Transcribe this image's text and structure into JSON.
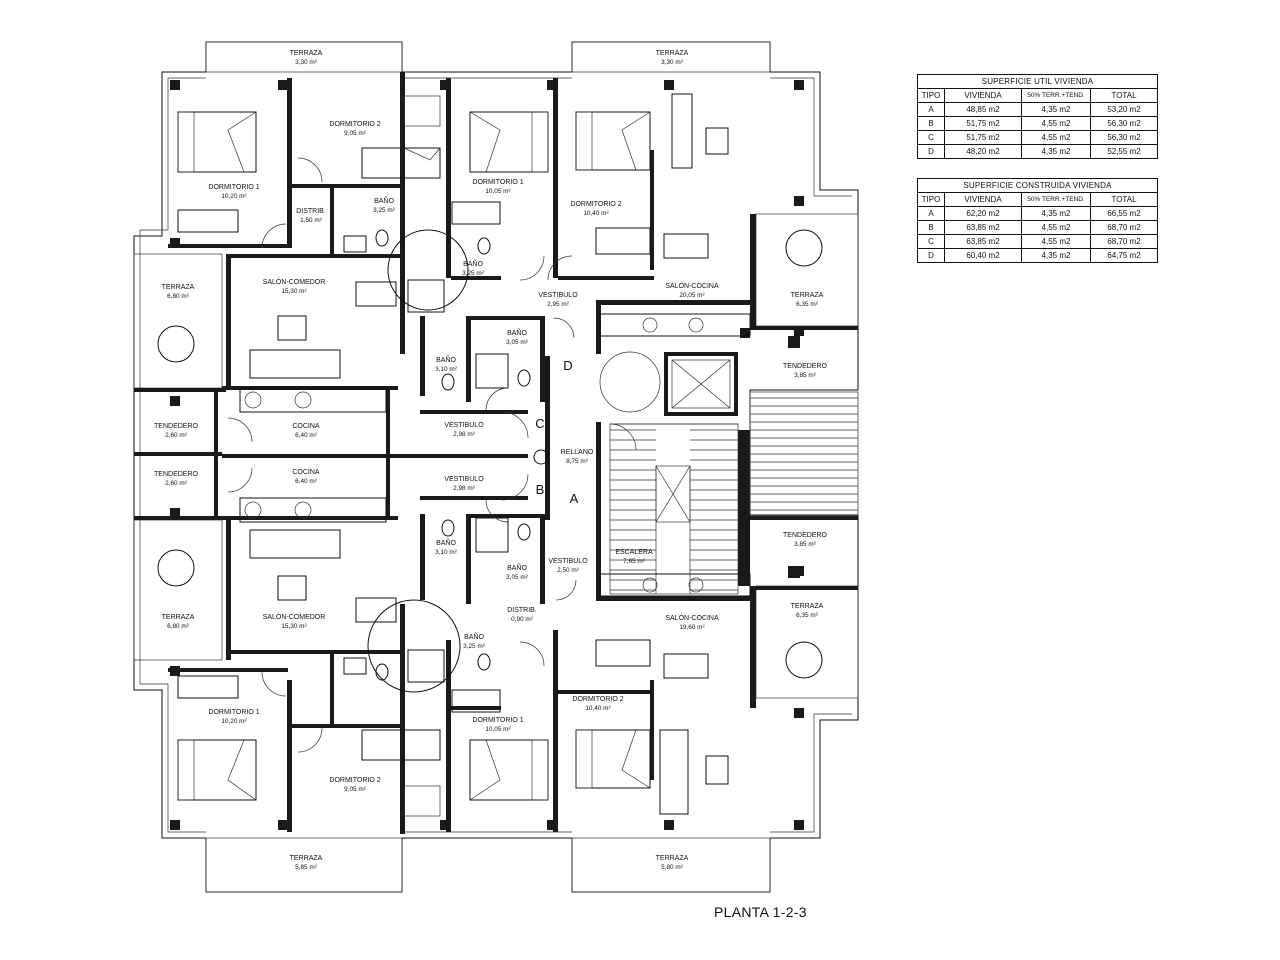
{
  "plan_title": "PLANTA 1-2-3",
  "unit_labels": {
    "a": "A",
    "b": "B",
    "c": "C",
    "d": "D"
  },
  "rooms": {
    "terraza_top_left": {
      "name": "TERRAZA",
      "area": "3,30 m²"
    },
    "terraza_top_right": {
      "name": "TERRAZA",
      "area": "3,30 m²"
    },
    "dormitorio1_tl": {
      "name": "DORMITORIO 1",
      "area": "10,20 m²"
    },
    "dormitorio2_tl": {
      "name": "DORMITORIO 2",
      "area": "9,05 m²"
    },
    "dormitorio1_tc": {
      "name": "DORMITORIO 1",
      "area": "10,05 m²"
    },
    "dormitorio2_tr": {
      "name": "DORMITORIO 2",
      "area": "10,40 m²"
    },
    "distrib_top": {
      "name": "DISTRIB.",
      "area": "1,50 m²"
    },
    "bano_top_a": {
      "name": "BAÑO",
      "area": "3,25 m²"
    },
    "bano_top_b": {
      "name": "BAÑO",
      "area": "3,25 m²"
    },
    "salon_comedor_top": {
      "name": "SALÓN-COMEDOR",
      "area": "15,30 m²"
    },
    "salon_cocina_top": {
      "name": "SALÓN-COCINA",
      "area": "20,05 m²"
    },
    "vestibulo_top": {
      "name": "VESTIBULO",
      "area": "2,95 m²"
    },
    "terraza_right_top": {
      "name": "TERRAZA",
      "area": "6,35 m²"
    },
    "terraza_left_top": {
      "name": "TERRAZA",
      "area": "6,80 m²"
    },
    "bano_mid_c": {
      "name": "BAÑO",
      "area": "3,05 m²"
    },
    "bano_mid_b": {
      "name": "BAÑO",
      "area": "3,10 m²"
    },
    "tendedero_right_top": {
      "name": "TENDEDERO",
      "area": "3,85 m²"
    },
    "tendedero_left_top": {
      "name": "TENDEDERO",
      "area": "2,60 m²"
    },
    "cocina_top": {
      "name": "COCINA",
      "area": "6,40 m²"
    },
    "vestibulo_c": {
      "name": "VESTIBULO",
      "area": "2,98 m²"
    },
    "rellano": {
      "name": "RELLANO",
      "area": "8,75 m²"
    },
    "tendedero_left_bot": {
      "name": "TENDEDERO",
      "area": "2,60 m²"
    },
    "cocina_bot": {
      "name": "COCINA",
      "area": "6,40 m²"
    },
    "vestibulo_b": {
      "name": "VESTIBULO",
      "area": "2,98 m²"
    },
    "bano_bot_b": {
      "name": "BAÑO",
      "area": "3,10 m²"
    },
    "bano_bot_c": {
      "name": "BAÑO",
      "area": "3,05 m²"
    },
    "vestibulo_a": {
      "name": "VESTIBULO",
      "area": "2,50 m²"
    },
    "escalera": {
      "name": "ESCALERA",
      "area": "7,65 m²"
    },
    "tendedero_right_bot": {
      "name": "TENDEDERO",
      "area": "3,85 m²"
    },
    "terraza_left_bot": {
      "name": "TERRAZA",
      "area": "6,80 m²"
    },
    "salon_comedor_bot": {
      "name": "SALÓN-COMEDOR",
      "area": "15,30 m²"
    },
    "distrib_bot": {
      "name": "DISTRIB.",
      "area": "0,90 m²"
    },
    "salon_cocina_bot": {
      "name": "SALÓN-COCINA",
      "area": "19,60 m²"
    },
    "terraza_right_bot": {
      "name": "TERRAZA",
      "area": "6,35 m²"
    },
    "bano_bot_a": {
      "name": "BAÑO",
      "area": "3,25 m²"
    },
    "dormitorio2_br": {
      "name": "DORMITORIO 2",
      "area": "10,40 m²"
    },
    "dormitorio1_bl": {
      "name": "DORMITORIO 1",
      "area": "10,20 m²"
    },
    "dormitorio1_bc": {
      "name": "DORMITORIO 1",
      "area": "10,05 m²"
    },
    "dormitorio2_bl": {
      "name": "DORMITORIO 2",
      "area": "9,05 m²"
    },
    "terraza_bot_left": {
      "name": "TERRAZA",
      "area": "5,85 m²"
    },
    "terraza_bot_right": {
      "name": "TERRAZA",
      "area": "5,80 m²"
    }
  },
  "table_util": {
    "title": "SUPERFICIE UTIL VIVIENDA",
    "headers": [
      "TIPO",
      "VIVIENDA",
      "50% TERR.+TEND.",
      "TOTAL"
    ],
    "rows": [
      [
        "A",
        "48,85 m2",
        "4,35 m2",
        "53,20 m2"
      ],
      [
        "B",
        "51,75 m2",
        "4,55 m2",
        "56,30 m2"
      ],
      [
        "C",
        "51,75 m2",
        "4,55 m2",
        "56,30 m2"
      ],
      [
        "D",
        "48,20 m2",
        "4,35 m2",
        "52,55 m2"
      ]
    ]
  },
  "table_construida": {
    "title": "SUPERFICIE CONSTRUIDA VIVIENDA",
    "headers": [
      "TIPO",
      "VIVIENDA",
      "50% TERR.+TEND.",
      "TOTAL"
    ],
    "rows": [
      [
        "A",
        "62,20 m2",
        "4,35 m2",
        "66,55 m2"
      ],
      [
        "B",
        "63,85 m2",
        "4,55 m2",
        "68,70 m2"
      ],
      [
        "C",
        "63,85 m2",
        "4,55 m2",
        "68,70 m2"
      ],
      [
        "D",
        "60,40 m2",
        "4,35 m2",
        "64,75 m2"
      ]
    ]
  }
}
